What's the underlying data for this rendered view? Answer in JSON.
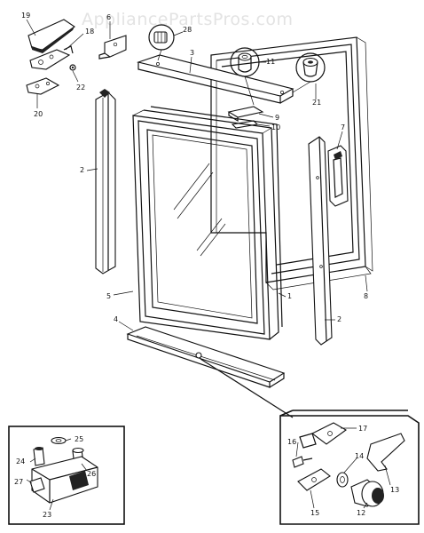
{
  "watermark": "AppliancePartsPros.com",
  "diagram": {
    "part_numbers": [
      "1",
      "2",
      "2",
      "3",
      "4",
      "5",
      "6",
      "7",
      "8",
      "9",
      "10",
      "11",
      "12",
      "13",
      "14",
      "15",
      "16",
      "17",
      "18",
      "19",
      "20",
      "21",
      "22",
      "23",
      "24",
      "25",
      "26",
      "27",
      "28"
    ]
  },
  "labels": {
    "n1": "1",
    "n2a": "2",
    "n2b": "2",
    "n3": "3",
    "n4": "4",
    "n5": "5",
    "n6": "6",
    "n7": "7",
    "n8": "8",
    "n9": "9",
    "n10": "10",
    "n11": "11",
    "n12": "12",
    "n13": "13",
    "n14": "14",
    "n15": "15",
    "n16": "16",
    "n17": "17",
    "n18": "18",
    "n19": "19",
    "n20": "20",
    "n21": "21",
    "n22": "22",
    "n23": "23",
    "n24": "24",
    "n25": "25",
    "n26": "26",
    "n27": "27",
    "n28": "28"
  }
}
